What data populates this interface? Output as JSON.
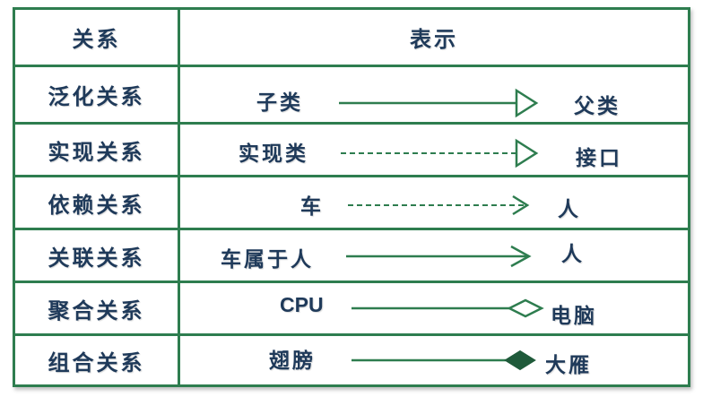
{
  "colors": {
    "border": "#2e7d4f",
    "arrow": "#2e7d4f",
    "text": "#1f3a5a"
  },
  "header": {
    "relation": "关系",
    "representation": "表示"
  },
  "rows": [
    {
      "relation": "泛化关系",
      "from": "子类",
      "to": "父类",
      "line": "solid",
      "head": "hollow-triangle"
    },
    {
      "relation": "实现关系",
      "from": "实现类",
      "to": "接口",
      "line": "dashed",
      "head": "hollow-triangle"
    },
    {
      "relation": "依赖关系",
      "from": "车",
      "to": "人",
      "line": "dashed",
      "head": "open-arrow"
    },
    {
      "relation": "关联关系",
      "from": "车属于人",
      "to": "人",
      "line": "solid",
      "head": "open-arrow"
    },
    {
      "relation": "聚合关系",
      "from": "CPU",
      "to": "电脑",
      "line": "solid",
      "head": "hollow-diamond"
    },
    {
      "relation": "组合关系",
      "from": "翅膀",
      "to": "大雁",
      "line": "solid",
      "head": "filled-diamond"
    }
  ]
}
